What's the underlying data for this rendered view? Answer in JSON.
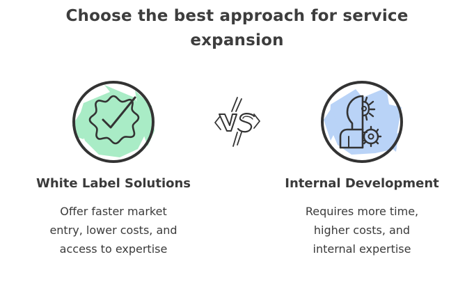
{
  "title": {
    "line1": "Choose the best approach for service",
    "line2": "expansion"
  },
  "vs_label": "VS",
  "options": [
    {
      "heading": "White Label Solutions",
      "desc_lines": [
        "Offer faster market",
        "entry, lower costs, and",
        "access to expertise"
      ],
      "icon": "gear-check-icon",
      "accent_color": "#a9ecc6"
    },
    {
      "heading": "Internal Development",
      "desc_lines": [
        "Requires more time,",
        "higher costs, and",
        "internal expertise"
      ],
      "icon": "head-gears-icon",
      "accent_color": "#b9d3f7"
    }
  ]
}
